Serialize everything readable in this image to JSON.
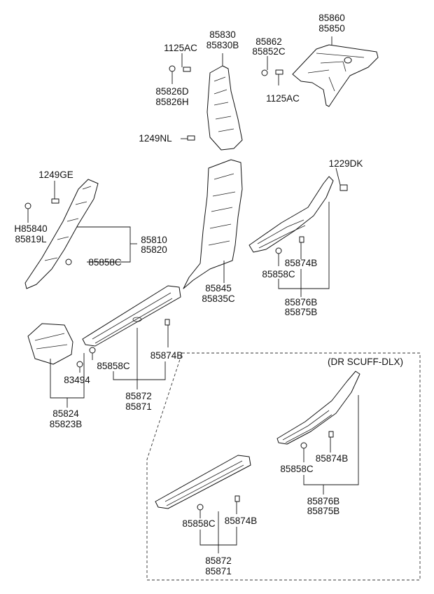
{
  "labels": {
    "l85860": "85860",
    "l85850": "85850",
    "l85830": "85830",
    "l85830B": "85830B",
    "l1125AC_top": "1125AC",
    "l85862": "85862",
    "l85852C": "85852C",
    "l85826D": "85826D",
    "l85826H": "85826H",
    "l1125AC_right": "1125AC",
    "l1249NL": "1249NL",
    "l1249GE": "1249GE",
    "l1229DK": "1229DK",
    "lH85840": "H85840",
    "l85819L": "85819L",
    "l85810": "85810",
    "l85820": "85820",
    "l85858C_a": "85858C",
    "l85874B_a": "85874B",
    "l85858C_b": "85858C",
    "l85845": "85845",
    "l85835C": "85835C",
    "l85876B_a": "85876B",
    "l85875B_a": "85875B",
    "l85874B_b": "85874B",
    "l85858C_c": "85858C",
    "l83494": "83494",
    "l85872_a": "85872",
    "l85871_a": "85871",
    "l85824": "85824",
    "l85823B": "85823B",
    "dr_scuff_title": "(DR SCUFF-DLX)",
    "l85874B_c": "85874B",
    "l85858C_d": "85858C",
    "l85876B_b": "85876B",
    "l85875B_b": "85875B",
    "l85858C_e": "85858C",
    "l85874B_d": "85874B",
    "l85872_b": "85872",
    "l85871_b": "85871"
  }
}
